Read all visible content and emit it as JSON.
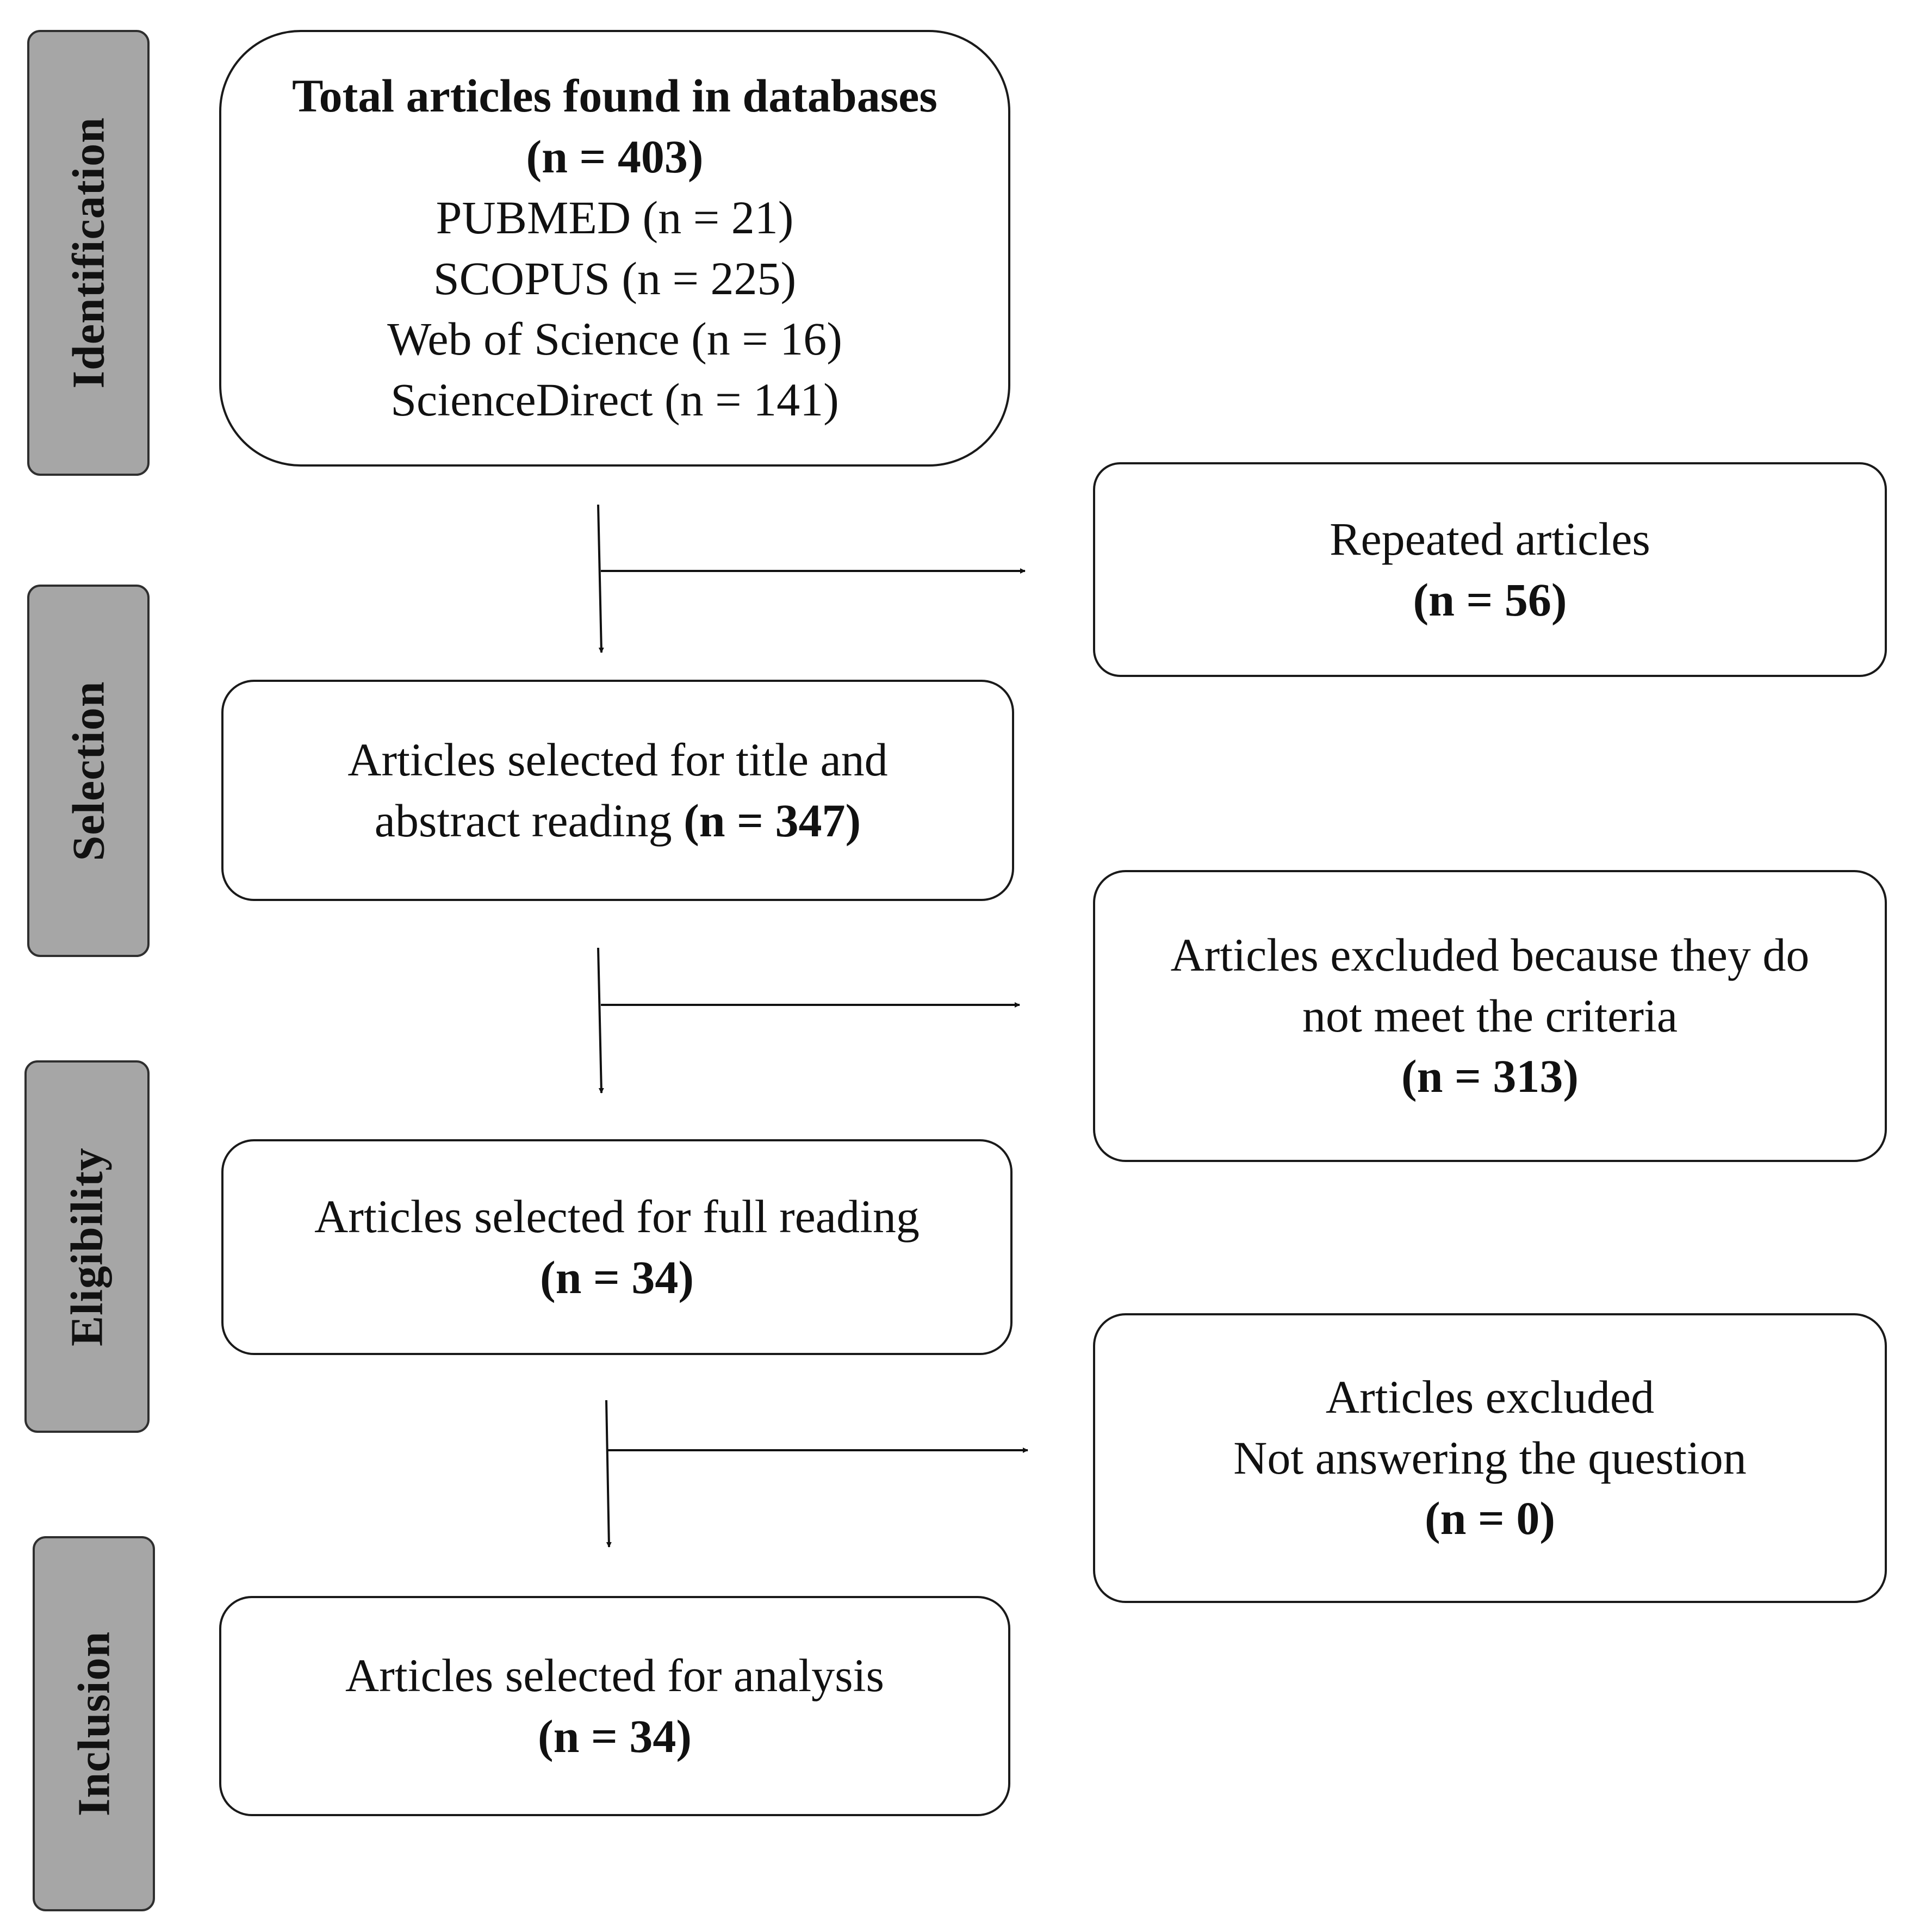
{
  "phases": {
    "identification": "Identification",
    "selection": "Selection",
    "eligibility": "Eligibility",
    "inclusion": "Inclusion"
  },
  "boxes": {
    "total": {
      "title": "Total articles found in databases",
      "count": "(n = 403)",
      "sources": [
        "PUBMED (n = 21)",
        "SCOPUS (n = 225)",
        "Web of Science (n = 16)",
        "ScienceDirect (n = 141)"
      ]
    },
    "repeated": {
      "label": "Repeated articles",
      "count": "(n = 56)"
    },
    "screening": {
      "label_line1": "Articles selected for title and",
      "label_line2": "abstract reading ",
      "count": "(n = 347)"
    },
    "excluded_criteria": {
      "label_line1": "Articles excluded because they do",
      "label_line2": "not meet the criteria",
      "count": "(n = 313)"
    },
    "full_reading": {
      "label": "Articles selected for full reading",
      "count": "(n = 34)"
    },
    "excluded_question": {
      "label_line1": "Articles excluded",
      "label_line2": "Not answering the question",
      "count": "(n = 0)"
    },
    "analysis": {
      "label": "Articles selected for analysis",
      "count": "(n = 34)"
    }
  }
}
